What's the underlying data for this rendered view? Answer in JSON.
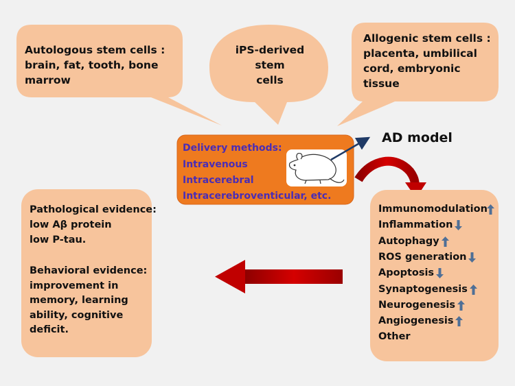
{
  "bubbles": {
    "autologous": "Autologous stem cells :\nbrain, fat, tooth, bone\nmarrow",
    "ips": "iPS-derived\nstem\ncells",
    "allogenic": "Allogenic stem cells :\nplacenta,  umbilical\ncord, embryonic\ntissue"
  },
  "delivery": {
    "title": "Delivery methods:",
    "methods": [
      "Intravenous",
      "Intracerebral",
      "Intracerebroventicular, etc."
    ]
  },
  "ad_model": "AD  model",
  "effects": [
    {
      "label": "Immunomodulation",
      "direction": "up"
    },
    {
      "label": "Inflammation",
      "direction": "down"
    },
    {
      "label": "Autophagy",
      "direction": "up"
    },
    {
      "label": "ROS generation",
      "direction": "down"
    },
    {
      "label": "Apoptosis",
      "direction": "down"
    },
    {
      "label": "Synaptogenesis",
      "direction": "up"
    },
    {
      "label": "Neurogenesis",
      "direction": "up"
    },
    {
      "label": "Angiogenesis",
      "direction": "up"
    },
    {
      "label": "Other",
      "direction": "none"
    }
  ],
  "evidence": {
    "pathological_title": "Pathological evidence:",
    "pathological_items": [
      "low Aβ protein",
      "low P-tau."
    ],
    "behavioral_title": "Behavioral evidence:",
    "behavioral_text": "improvement in\nmemory, learning\nability, cognitive\ndeficit."
  },
  "colors": {
    "bubble_fill": "#f7c49c",
    "delivery_fill": "#ee7a1f",
    "delivery_text": "#4a2db5",
    "red_arrow": "#c00000",
    "blue_arrow": "#4f6f96"
  }
}
